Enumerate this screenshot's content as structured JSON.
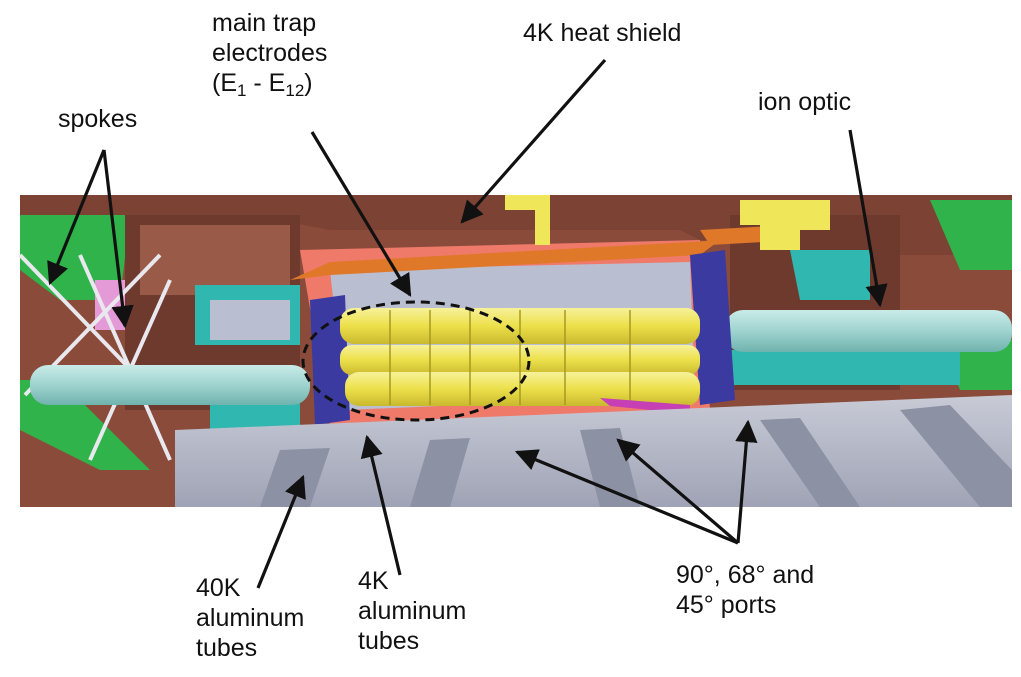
{
  "labels": {
    "main_trap": {
      "line1": "main trap",
      "line2": "electrodes",
      "open": "(E",
      "sub1": "1",
      "dash": " - E",
      "sub2": "12",
      "close": ")"
    },
    "heat_shield": "4K heat shield",
    "spokes": "spokes",
    "ion_optic": "ion optic",
    "tubes_40k": {
      "line1": "40K",
      "line2": "aluminum",
      "line3": "tubes"
    },
    "tubes_4k": {
      "line1": "4K",
      "line2": "aluminum",
      "line3": "tubes"
    },
    "ports": {
      "line1": "90°, 68° and",
      "line2": "45° ports"
    }
  },
  "colors": {
    "background": "#ffffff",
    "chamber_brown": "#8a4b3b",
    "chamber_dark": "#6f3a2e",
    "green": "#2fb34a",
    "cyan": "#2fb7b0",
    "light_teal": "#a9d9d6",
    "salmon": "#ef7a6a",
    "orange": "#e0782a",
    "yellow": "#f0e65a",
    "navy": "#3a3aa0",
    "grey_blue": "#b7bccd",
    "pink": "#e59ad8",
    "magenta": "#c63fb5",
    "arrow": "#111111"
  }
}
